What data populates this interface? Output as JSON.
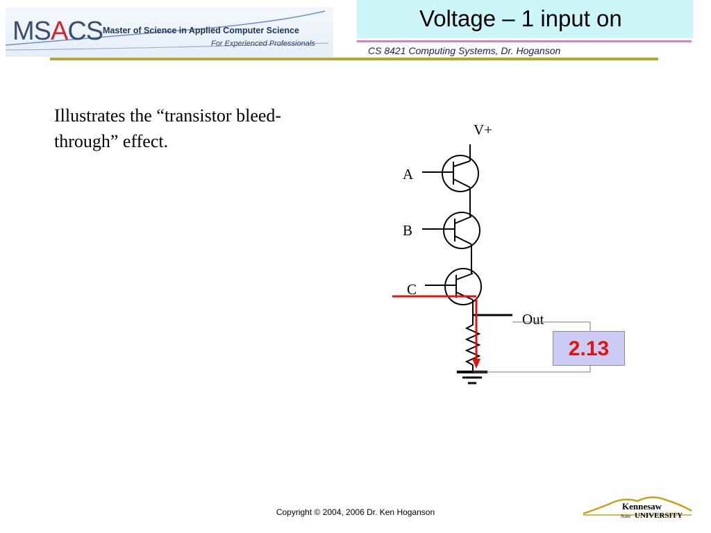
{
  "header": {
    "logo_prefix": "MS",
    "logo_accent": "A",
    "logo_suffix": "CS",
    "logo_tagline": "Master of Science in Applied Computer Science",
    "logo_subtitle": "For Experienced Professionals",
    "slide_title": "Voltage – 1 input on",
    "course_line": "CS 8421 Computing Systems, Dr. Hoganson"
  },
  "body": {
    "text": "Illustrates the “transistor bleed-through” effect."
  },
  "circuit": {
    "vplus_label": "V+",
    "input_labels": [
      "A",
      "B",
      "C"
    ],
    "out_label": "Out",
    "readout_value": "2.13"
  },
  "footer": {
    "copyright": "Copyright © 2004, 2006 Dr. Ken Hoganson",
    "university_line1": "Kennesaw",
    "university_line2": "State",
    "university_line3": "UNIVERSITY"
  },
  "colors": {
    "title_bg": "#cdf6fb",
    "accent_line": "#d77fd8",
    "rule": "#b8a42c",
    "current_path": "#e3120b",
    "readout_bg": "#cccbf6"
  }
}
